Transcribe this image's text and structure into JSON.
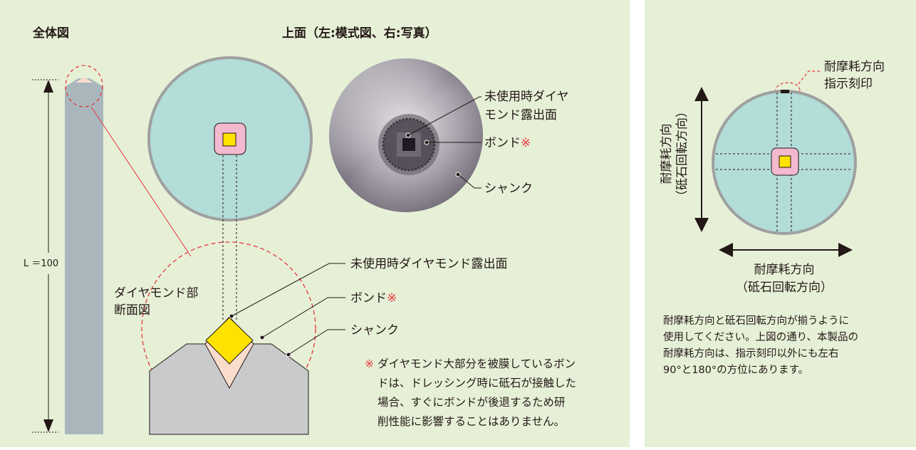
{
  "left": {
    "title_whole": "全体図",
    "title_top": "上面（左:模式図、右:写真）",
    "length_label": "L ＝100",
    "section_label": [
      "ダイヤモンド部",
      "断面図"
    ],
    "photo_labels": {
      "exposed": [
        "未使用時ダイヤ",
        "モンド露出面"
      ],
      "bond": "ボンド",
      "bond_mark": "※",
      "shank": "シャンク"
    },
    "section_labels": {
      "exposed": "未使用時ダイヤモンド露出面",
      "bond": "ボンド",
      "bond_mark": "※",
      "shank": "シャンク"
    },
    "note": {
      "mark": "※",
      "lines": [
        "ダイヤモンド大部分を被膜しているボン",
        "ドは、ドレッシング時に砥石が接触した",
        "場合、すぐにボンドが後退するため研",
        "削性能に影響することはありません。"
      ]
    }
  },
  "right": {
    "indicator_label": [
      "耐摩耗方向",
      "指示刻印"
    ],
    "vertical_label": [
      "耐摩耗方向",
      "（砥石回転方向）"
    ],
    "horizontal_label": [
      "耐摩耗方向",
      "（砥石回転方向）"
    ],
    "note_lines": [
      "耐摩耗方向と砥石回転方向が揃うように",
      "使用してください。上図の通り、本製品の",
      "耐摩耗方向は、指示刻印以外にも左右",
      "90°と180°の方位にあります。"
    ]
  },
  "colors": {
    "panel_bg": "#e6f0d7",
    "shank_blue": "#a9b7bd",
    "face_cyan": "#b2ddd8",
    "bond_pink": "#f3b9cf",
    "diamond_yellow": "#ffe200",
    "section_gray": "#c9cacb",
    "bond_peach": "#f9dccb",
    "dashed_red": "#e5383b"
  }
}
